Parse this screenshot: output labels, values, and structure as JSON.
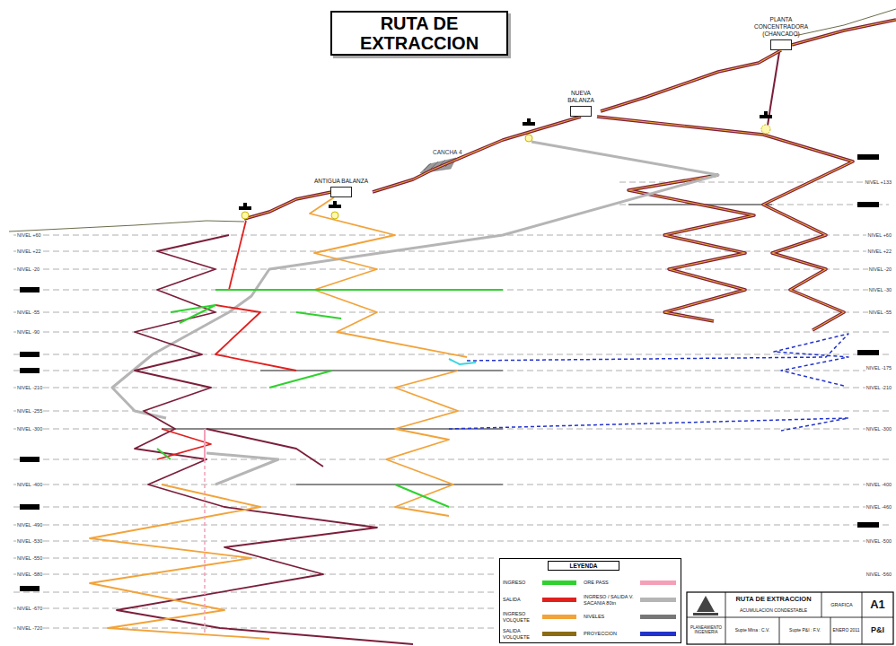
{
  "diagram": {
    "title": "RUTA DE EXTRACCION",
    "nodes": [
      {
        "text": [
          "PLANTA CONCENTRADORA (CHANCADO)"
        ]
      },
      {
        "text": [
          "NUEVA BALANZA"
        ]
      },
      {
        "text": [
          "ANTIGUA BALANZA"
        ]
      }
    ],
    "edges": [
      {
        "from": 2,
        "to": 1,
        "arrow": "none"
      },
      {
        "from": 1,
        "to": 0,
        "arrow": "none"
      }
    ],
    "labels": [
      "CANCHA 4",
      "NIVEL +60",
      "NIVEL +22",
      "NIVEL -20",
      "NIVEL -55",
      "NIVEL -90",
      "NIVEL -210",
      "NIVEL -255",
      "NIVEL -300",
      "NIVEL -400",
      "NIVEL -490",
      "NIVEL -530",
      "NIVEL -550",
      "NIVEL -580",
      "NIVEL -670",
      "NIVEL -720",
      "NIVEL +133",
      "NIVEL +60",
      "NIVEL +22",
      "NIVEL -20",
      "NIVEL -30",
      "NIVEL -55",
      "NIVEL -175",
      "NIVEL -210",
      "NIVEL -300",
      "NIVEL -400",
      "NIVEL -460",
      "NIVEL -500",
      "NIVEL -560",
      "LEYENDA",
      "RUTA DE EXTRACCION",
      "ACUMULACION CONDESTABLE",
      "GRAFICA",
      "A1",
      "PLANEAMIENTO INGENIERIA",
      "Supte Mina : C.V.",
      "Supte P&I : F.V.",
      "ENERO 2011",
      "P&I"
    ],
    "legend": [
      {
        "text": "INGRESO",
        "color": "#2fd12f"
      },
      {
        "text": "ORE PASS",
        "color": "#f4a0b8"
      },
      {
        "text": "SALIDA",
        "color": "#e0201e"
      },
      {
        "text": "INGRESO / SALIDA V. SACANIA 80tn",
        "color": "#b5b5b5"
      },
      {
        "text": "INGRESO VOLQUETE",
        "color": "#f2a33a"
      },
      {
        "text": "NIVELES",
        "color": "#777777"
      },
      {
        "text": "SALIDA VOLQUETE",
        "color": "#8b6b14"
      },
      {
        "text": "PROYECCION",
        "color": "#2233cc"
      }
    ]
  }
}
